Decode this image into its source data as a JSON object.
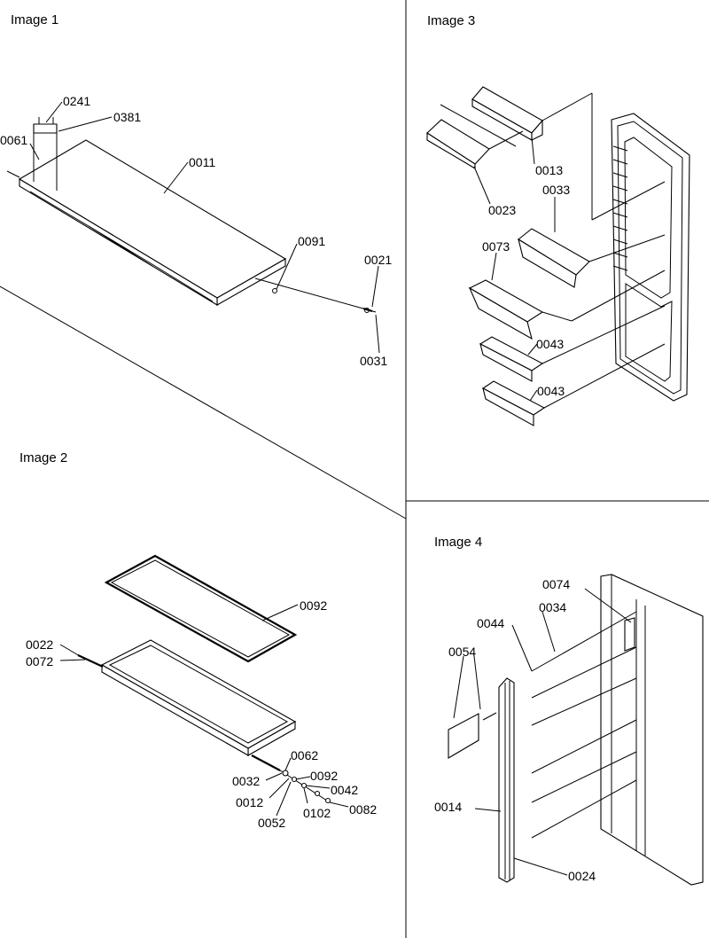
{
  "panels": [
    {
      "title": "Image 1"
    },
    {
      "title": "Image 2"
    },
    {
      "title": "Image 3"
    },
    {
      "title": "Image 4"
    }
  ],
  "image1": {
    "labels": [
      "0241",
      "0381",
      "0061",
      "0011",
      "0091",
      "0021",
      "0031"
    ]
  },
  "image2": {
    "labels": [
      "0092",
      "0022",
      "0072",
      "0062",
      "0032",
      "0092",
      "0042",
      "0012",
      "0102",
      "0082",
      "0052"
    ]
  },
  "image3": {
    "labels": [
      "0013",
      "0023",
      "0033",
      "0073",
      "0043",
      "0043"
    ]
  },
  "image4": {
    "labels": [
      "0074",
      "0034",
      "0044",
      "0054",
      "0014",
      "0024"
    ]
  }
}
